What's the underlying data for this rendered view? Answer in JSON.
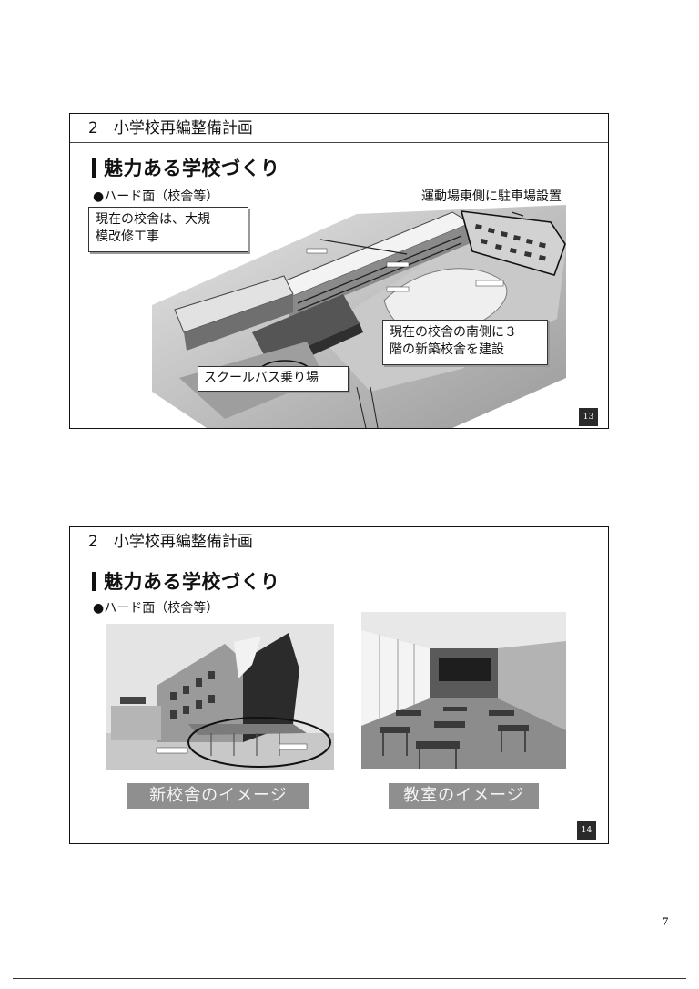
{
  "slides": [
    {
      "section": "2　小学校再編整備計画",
      "title": "魅力ある学校づくり",
      "subhead": "●ハード面（校舎等）",
      "callouts": {
        "renovation": "現在の校舎は、大規\n模改修工事",
        "parking": "運動場東側に駐車場設置",
        "new_building": "現在の校舎の南側に３\n階の新築校舎を建設",
        "bus_stop": "スクールバス乗り場"
      },
      "page": "13"
    },
    {
      "section": "2　小学校再編整備計画",
      "title": "魅力ある学校づくり",
      "subhead": "●ハード面（校舎等）",
      "captions": {
        "new_building": "新校舎のイメージ",
        "classroom": "教室のイメージ"
      },
      "page": "14"
    }
  ],
  "page_number": "7",
  "colors": {
    "ink": "#111111",
    "caption_band": "#8f8f8f",
    "badge": "#2a2a2a"
  }
}
